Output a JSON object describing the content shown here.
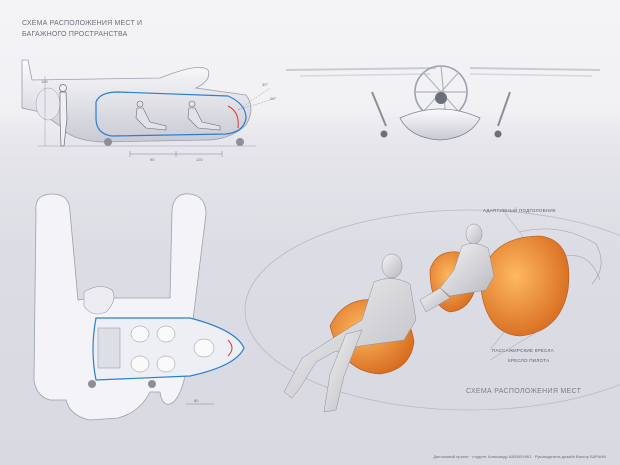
{
  "title": {
    "line1": "СХЕМА РАСПОЛОЖЕНИЯ МЕСТ И",
    "line2": "БАГАЖНОГО ПРОСТРАНСТВА"
  },
  "annotations": {
    "adaptive_support": "АДАПТИВНЫЙ ПОДГОЛОВНИК",
    "passenger_seats": "ПАССАЖИРСКИЕ КРЕСЛА",
    "pilot_seat": "КРЕСЛО ПИЛОТА",
    "seat_layout": "СХЕМА РАСПОЛОЖЕНИЯ МЕСТ"
  },
  "dimensions": {
    "side_a": "95",
    "side_b": "120",
    "angle_a": "30°",
    "angle_b": "20°",
    "plan_a": "80"
  },
  "footer": "Дипломный проект · студент Александр ШЕВЧЕНКО · Руководитель дизайн Виктор БАРАНИ",
  "colors": {
    "accent": "#e07a22",
    "outline_blue": "#2a7fd4",
    "hull": "#f2f2f6",
    "red_outline": "#d23a3a"
  }
}
